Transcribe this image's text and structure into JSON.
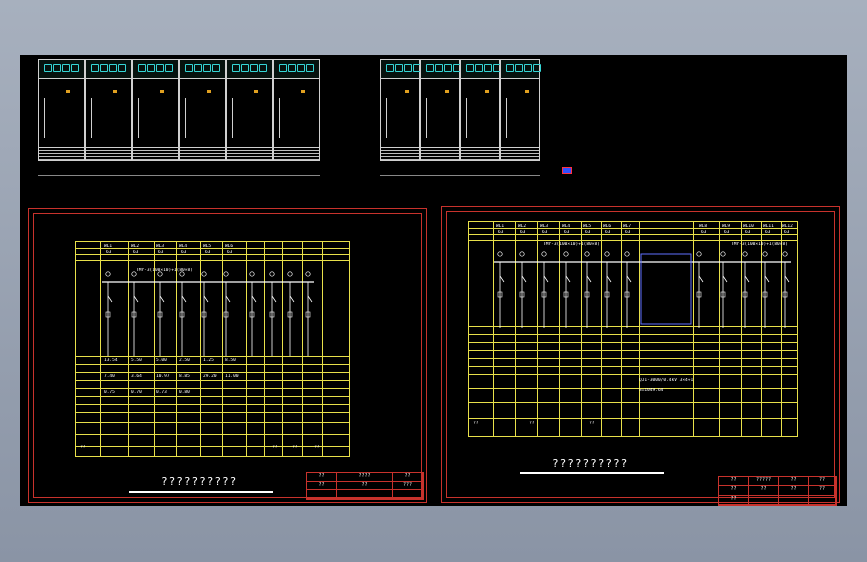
{
  "elevations": {
    "left_panel_count": 6,
    "right_panel_count": 4
  },
  "sheet_left": {
    "title": "??????????",
    "title_block": [
      "??",
      "????",
      "??",
      "??",
      "??",
      "???"
    ],
    "header_codes": [
      "WL1",
      "WL2",
      "WL3",
      "WL4",
      "WL5",
      "WL6"
    ],
    "ratings": [
      "63",
      "63",
      "63",
      "63",
      "63",
      "63"
    ],
    "bus_label": "TMY-3(100×10)+1(80×8)",
    "data_values": [
      "13.54",
      "5.50",
      "5.00",
      "2.50",
      "1.25",
      "8.50",
      "7.40",
      "3.64",
      "10.97",
      "8.85",
      "29.20",
      "11.00",
      "0.75",
      "0.70",
      "0.73",
      "0.80"
    ],
    "footer_labels": [
      "??",
      "??",
      "??",
      "??"
    ]
  },
  "sheet_right": {
    "title": "??????????",
    "title_block": [
      "??",
      "?????",
      "??",
      "??",
      "??",
      "??",
      "??",
      "??",
      "??"
    ],
    "header_codes": [
      "WL1",
      "WL2",
      "WL3",
      "WL4",
      "WL5",
      "WL6",
      "WL7",
      "WL8",
      "WL9",
      "WL10",
      "WL11",
      "WL12"
    ],
    "ratings": [
      "63",
      "63",
      "63",
      "63",
      "63",
      "63",
      "63",
      "63",
      "63",
      "63",
      "63",
      "63"
    ],
    "bus_label": "TMY-3(100×10)+1(80×8)",
    "cable_label": "QJ1-3000/0.4kV 3×4+1",
    "sizing_label": "S=1049.64",
    "bottom_labels": [
      "??",
      "??",
      "??"
    ]
  }
}
